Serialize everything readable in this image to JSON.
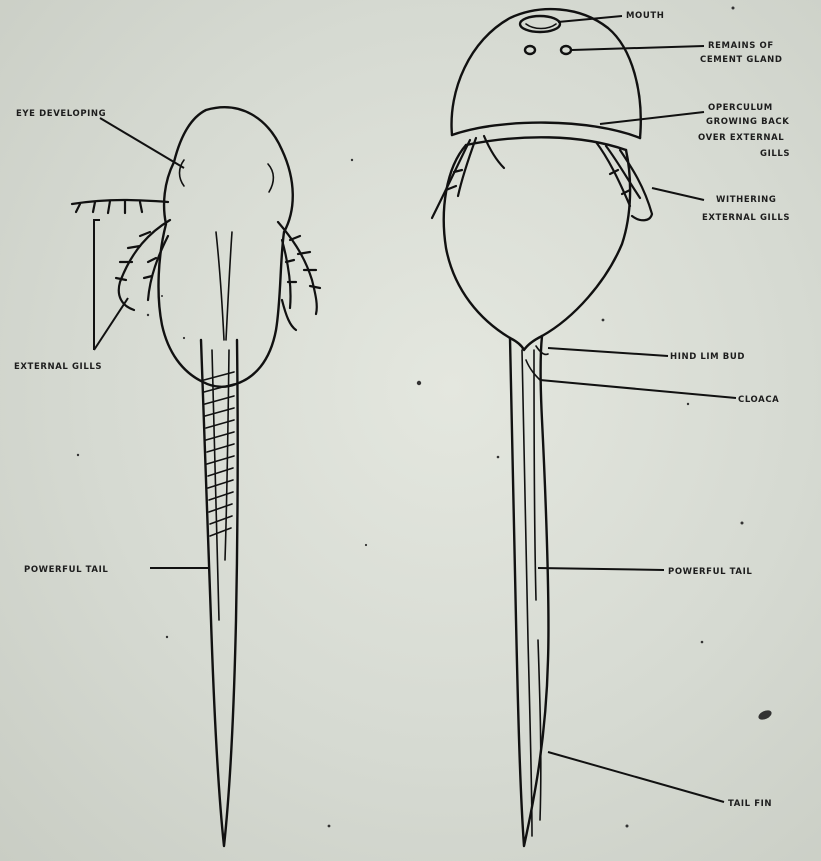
{
  "diagram": {
    "left_figure": {
      "labels": {
        "eye": "EYE DEVELOPING",
        "gills": "EXTERNAL GILLS",
        "tail": "POWERFUL TAIL"
      }
    },
    "right_figure": {
      "labels": {
        "mouth": "MOUTH",
        "cement_gland_1": "REMAINS OF",
        "cement_gland_2": "CEMENT GLAND",
        "operculum_1": "OPERCULUM",
        "operculum_2": "GROWING BACK",
        "operculum_3": "OVER EXTERNAL",
        "operculum_4": "GILLS",
        "withering_1": "WITHERING",
        "withering_2": "EXTERNAL GILLS",
        "hind_limb": "HIND LIM   BUD",
        "cloaca": "CLOACA",
        "tail": "POWERFUL TAIL",
        "tail_fin": "TAIL FIN"
      }
    }
  }
}
